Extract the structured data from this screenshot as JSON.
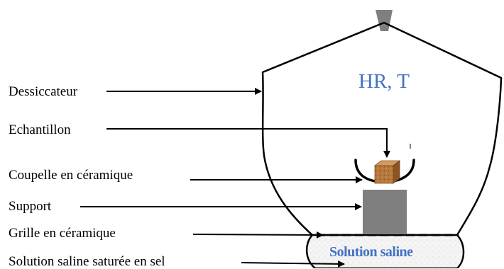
{
  "labels": {
    "dessiccateur": "Dessiccateur",
    "echantillon": "Echantillon",
    "coupelle": "Coupelle en céramique",
    "support": "Support",
    "grille": "Grille  en céramique",
    "solution": "Solution saline saturée en sel"
  },
  "inner_text": {
    "conditions": "HR, T",
    "solution": "Solution saline"
  },
  "colors": {
    "outline": "#000000",
    "accent_text": "#4472c4",
    "support": "#7f7f7f",
    "sample": "#b8773d",
    "solution_fill": "#f2f2f2"
  }
}
